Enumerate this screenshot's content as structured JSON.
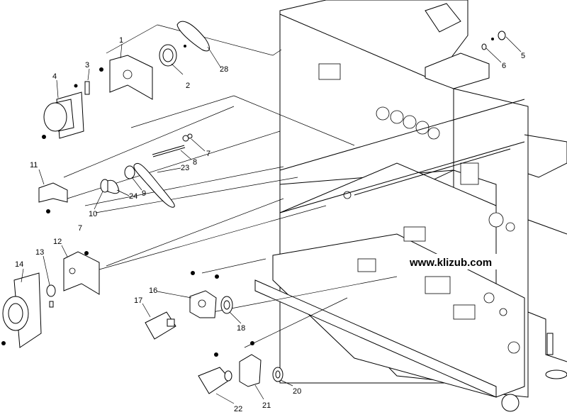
{
  "watermark": "www.klizub.com",
  "callouts": [
    {
      "id": "1",
      "text": "1"
    },
    {
      "id": "2",
      "text": "2"
    },
    {
      "id": "3",
      "text": "3"
    },
    {
      "id": "4",
      "text": "4"
    },
    {
      "id": "5",
      "text": "5"
    },
    {
      "id": "6",
      "text": "6"
    },
    {
      "id": "7a",
      "text": "7"
    },
    {
      "id": "7b",
      "text": "7"
    },
    {
      "id": "8",
      "text": "8"
    },
    {
      "id": "9",
      "text": "9"
    },
    {
      "id": "10",
      "text": "10"
    },
    {
      "id": "11",
      "text": "11"
    },
    {
      "id": "12",
      "text": "12"
    },
    {
      "id": "13",
      "text": "13"
    },
    {
      "id": "14",
      "text": "14"
    },
    {
      "id": "16",
      "text": "16"
    },
    {
      "id": "17",
      "text": "17"
    },
    {
      "id": "18",
      "text": "18"
    },
    {
      "id": "20",
      "text": "20"
    },
    {
      "id": "21",
      "text": "21"
    },
    {
      "id": "22",
      "text": "22"
    },
    {
      "id": "23",
      "text": "23"
    },
    {
      "id": "24",
      "text": "24"
    },
    {
      "id": "28",
      "text": "28"
    }
  ]
}
